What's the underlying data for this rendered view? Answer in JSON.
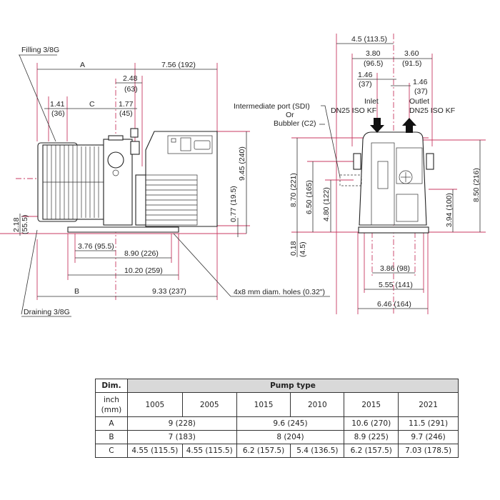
{
  "side_view": {
    "filling": "Filling 3/8G",
    "draining": "Draining 3/8G",
    "holes": "4x8 mm diam. holes (0.32\")",
    "A": "A",
    "B": "B",
    "C": "C",
    "d756": "7.56 (192)",
    "d248": "2.48",
    "d248mm": "(63)",
    "d141": "1.41",
    "d141mm": "(36)",
    "d177": "1.77",
    "d177mm": "(45)",
    "d945": "9.45 (240)",
    "d077": "0.77 (19.5)",
    "d218": "2.18",
    "d218mm": "(55.5)",
    "d376": "3.76 (95.5)",
    "d890": "8.90 (226)",
    "d1020": "10.20 (259)",
    "d933": "9.33 (237)"
  },
  "front_view": {
    "d45": "4.5 (113.5)",
    "d380": "3.80",
    "d380mm": "(96.5)",
    "d360": "3.60",
    "d360mm": "(91.5)",
    "d146a": "1.46",
    "d146amm": "(37)",
    "d146b": "1.46",
    "d146bmm": "(37)",
    "inlet": "Inlet",
    "inlet_spec": "DN25 ISO KF",
    "outlet": "Outlet",
    "outlet_spec": "DN25 ISO KF",
    "port1": "Intermediate port (SDI)",
    "port2": "Or",
    "port3": "Bubbler (C2)",
    "d870": "8.70 (221)",
    "d650": "6.50 (165)",
    "d480": "4.80 (122)",
    "d394": "3.94 (100)",
    "d850": "8.50 (216)",
    "d018": "0.18",
    "d018mm": "(4.5)",
    "d386": "3.86 (98)",
    "d555": "5.55 (141)",
    "d646": "6.46 (164)"
  },
  "table": {
    "dim_header": "Dim.",
    "pump_type_header": "Pump type",
    "unit_label": "inch\n(mm)",
    "models": [
      "1005",
      "2005",
      "1015",
      "2010",
      "2015",
      "2021"
    ],
    "rows": [
      {
        "dim": "A",
        "cells": [
          {
            "v": "9 (228)",
            "span": 2
          },
          {
            "v": "9.6 (245)",
            "span": 2
          },
          {
            "v": "10.6 (270)",
            "span": 1
          },
          {
            "v": "11.5 (291)",
            "span": 1
          }
        ]
      },
      {
        "dim": "B",
        "cells": [
          {
            "v": "7 (183)",
            "span": 2
          },
          {
            "v": "8 (204)",
            "span": 2
          },
          {
            "v": "8.9 (225)",
            "span": 1
          },
          {
            "v": "9.7 (246)",
            "span": 1
          }
        ]
      },
      {
        "dim": "C",
        "cells": [
          {
            "v": "4.55 (115.5)",
            "span": 1
          },
          {
            "v": "4.55 (115.5)",
            "span": 1
          },
          {
            "v": "6.2 (157.5)",
            "span": 1
          },
          {
            "v": "5.4 (136.5)",
            "span": 1
          },
          {
            "v": "6.2 (157.5)",
            "span": 1
          },
          {
            "v": "7.03 (178.5)",
            "span": 1
          }
        ]
      }
    ]
  }
}
